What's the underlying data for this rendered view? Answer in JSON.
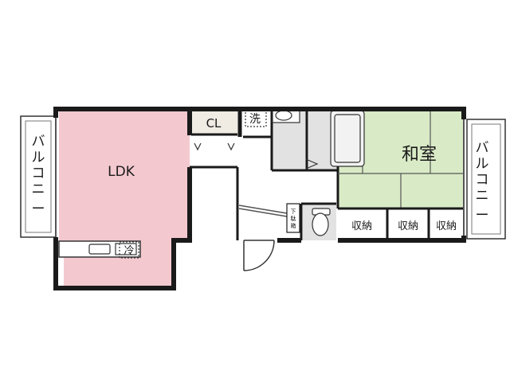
{
  "rooms": {
    "ldk": "LDK",
    "closet": "CL",
    "washer": "洗",
    "washitsu": "和室",
    "fridge": "冷",
    "storage_1": "収納",
    "storage_2": "収納",
    "storage_3": "収納"
  },
  "balcony": {
    "left": [
      "バ",
      "ル",
      "コ",
      "ニ",
      "ー"
    ],
    "right": [
      "バ",
      "ル",
      "コ",
      "ニ",
      "ー"
    ]
  },
  "shoe_box": [
    "下",
    "駄",
    "箱"
  ],
  "colors": {
    "wall": "#1a1a1a",
    "ldk_fill": "#f4c8cf",
    "washitsu_fill": "#d9ebc6",
    "closet_fill": "#f0ebe3",
    "wet_area_fill": "#e2e2e2",
    "floor_fill": "#ffffff"
  }
}
